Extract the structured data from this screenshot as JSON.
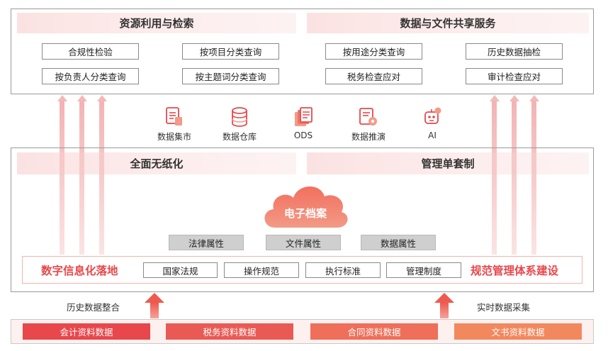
{
  "top_panel": {
    "left_title": "资源利用与检索",
    "right_title": "数据与文件共享服务",
    "left_items": [
      "合规性检验",
      "按项目分类查询",
      "按负责人分类查询",
      "按主题词分类查询"
    ],
    "right_items": [
      "按用途分类查询",
      "历史数据抽检",
      "税务检查应对",
      "审计检查应对"
    ]
  },
  "middle_icons": [
    {
      "label": "数据集市",
      "icon": "document-stack-icon"
    },
    {
      "label": "数据仓库",
      "icon": "database-icon"
    },
    {
      "label": "ODS",
      "icon": "files-stack-icon"
    },
    {
      "label": "数据推演",
      "icon": "document-gear-icon"
    },
    {
      "label": "AI",
      "icon": "robot-icon"
    }
  ],
  "bottom_panel": {
    "left_title": "全面无纸化",
    "right_title": "管理单套制",
    "cloud_label": "电子档案",
    "attributes": [
      "法律属性",
      "文件属性",
      "数据属性"
    ],
    "left_slogan": "数字信息化落地",
    "right_slogan": "规范管理体系建设",
    "norms": [
      "国家法规",
      "操作规范",
      "执行标准",
      "管理制度"
    ]
  },
  "flows": {
    "left_label": "历史数据整合",
    "right_label": "实时数据采集"
  },
  "sources": [
    {
      "label": "会计资料数据",
      "color": "#e8474b"
    },
    {
      "label": "税务资料数据",
      "color": "#ea5a55"
    },
    {
      "label": "合同资料数据",
      "color": "#ef6f5a"
    },
    {
      "label": "文书资料数据",
      "color": "#f2885e"
    }
  ],
  "colors": {
    "accent_red": "#e8474b",
    "band_pink": "#fbe2e2",
    "arrow_pink": "#f3b8b8",
    "gray_box": "#cfcfcf"
  }
}
